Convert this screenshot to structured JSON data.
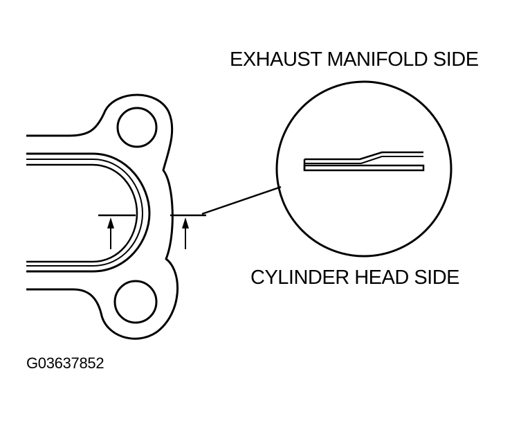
{
  "labels": {
    "exhaust_side": "EXHAUST MANIFOLD SIDE",
    "cylinder_side": "CYLINDER HEAD SIDE",
    "figure_code": "G03637852"
  },
  "colors": {
    "line": "#000000",
    "background": "#ffffff"
  }
}
